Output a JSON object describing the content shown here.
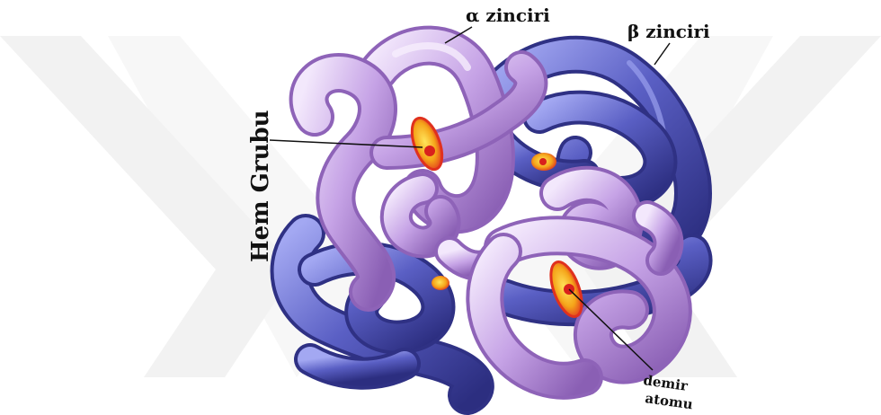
{
  "labels": {
    "alpha_chain": "α zinciri",
    "beta_chain": "β zinciri",
    "heme_group": "Hem Grubu",
    "iron_atom_line1": "demir",
    "iron_atom_line2": "atomu"
  },
  "colors": {
    "alpha": "#c6a3e6",
    "alpha_light": "#ecdcfa",
    "alpha_dark": "#8e63b8",
    "beta": "#5a5fc4",
    "beta_light": "#9aa0ee",
    "beta_dark": "#2f3184",
    "heme": "#f2a51c",
    "heme_rim": "#e0311e",
    "iron": "#d9211c",
    "watermark": "#f1f1f1"
  }
}
